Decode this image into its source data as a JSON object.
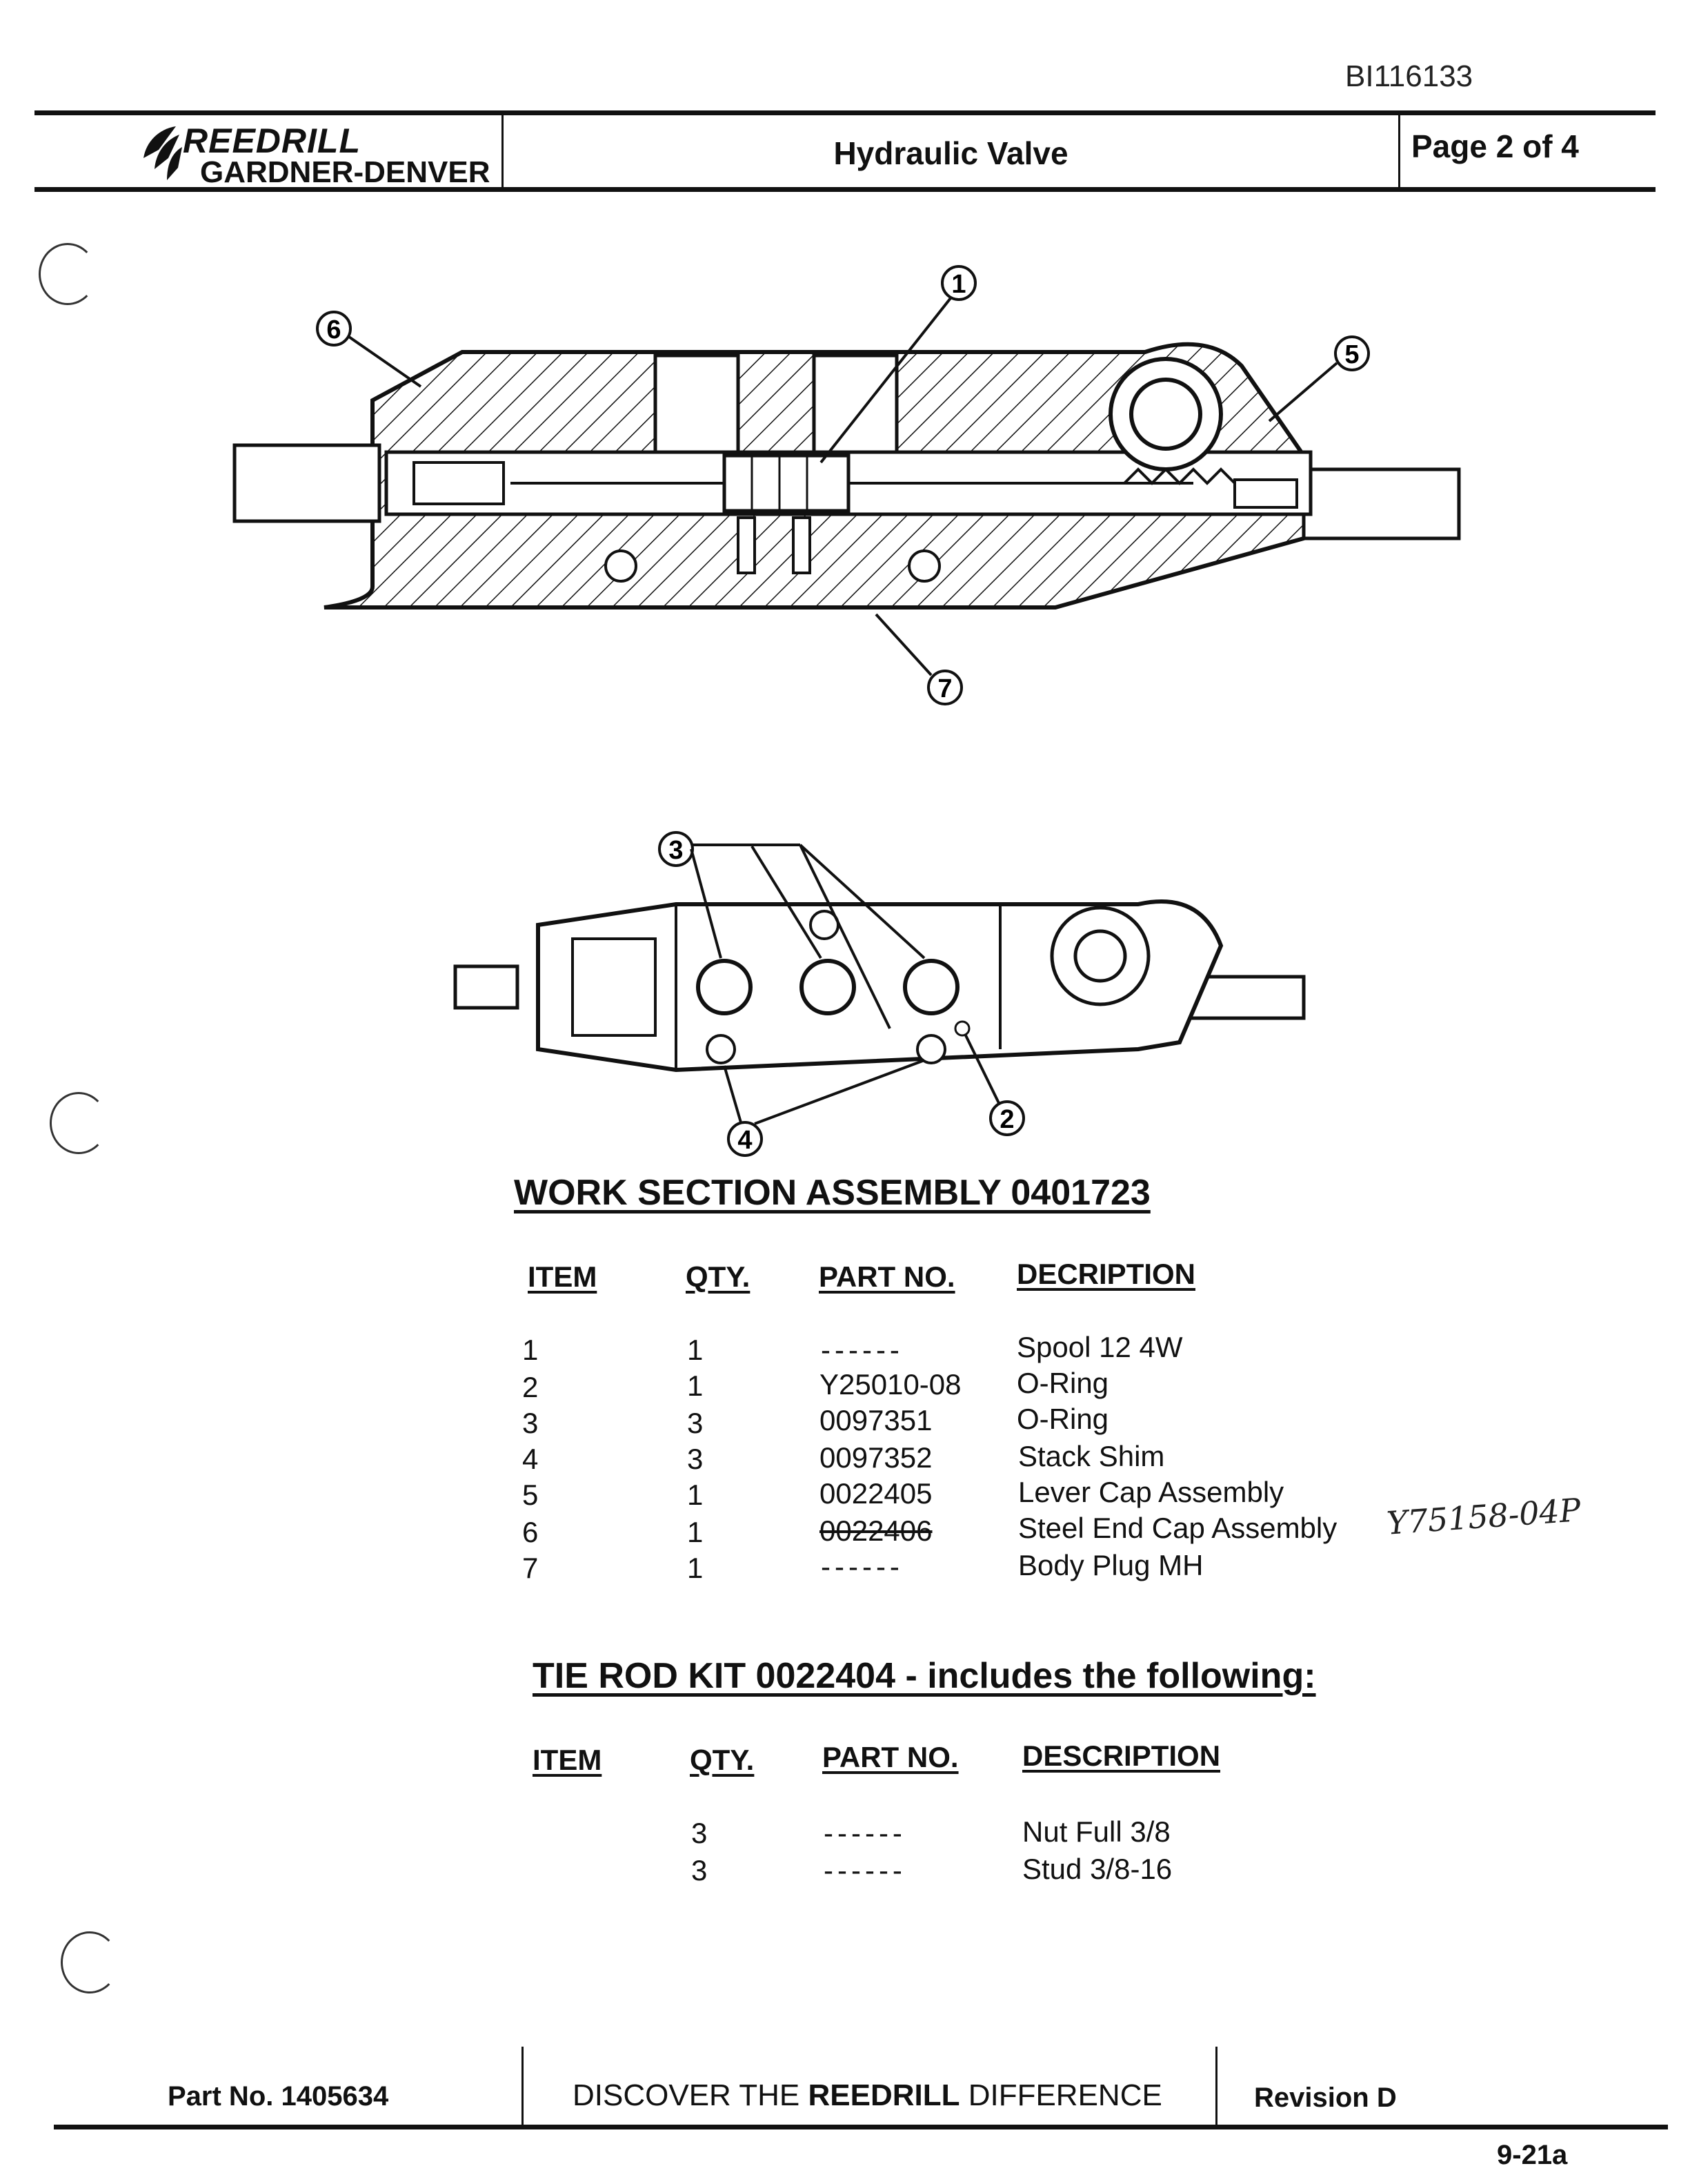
{
  "doc_id": "BI116133",
  "header": {
    "brand_top": "REEDRILL",
    "brand_bottom": "GARDNER-DENVER",
    "title": "Hydraulic Valve",
    "page": "Page 2 of 4"
  },
  "callouts": {
    "c1": "1",
    "c2": "2",
    "c3": "3",
    "c4": "4",
    "c5": "5",
    "c6": "6",
    "c7": "7"
  },
  "work_section": {
    "title": "WORK SECTION ASSEMBLY  0401723",
    "headers": {
      "item": "ITEM",
      "qty": "QTY.",
      "part": "PART NO.",
      "desc": "DECRIPTION"
    },
    "rows": [
      {
        "item": "1",
        "qty": "1",
        "part": "------",
        "desc": "Spool 12 4W"
      },
      {
        "item": "2",
        "qty": "1",
        "part": "Y25010-08",
        "desc": "O-Ring"
      },
      {
        "item": "3",
        "qty": "3",
        "part": "0097351",
        "desc": "O-Ring"
      },
      {
        "item": "4",
        "qty": "3",
        "part": "0097352",
        "desc": "Stack Shim"
      },
      {
        "item": "5",
        "qty": "1",
        "part": "0022405",
        "desc": "Lever Cap Assembly"
      },
      {
        "item": "6",
        "qty": "1",
        "part": "0022406",
        "desc": "Steel End Cap Assembly"
      },
      {
        "item": "7",
        "qty": "1",
        "part": "------",
        "desc": "Body Plug MH"
      }
    ],
    "handwritten_note": "Y75158-04P"
  },
  "tie_rod_kit": {
    "title": "TIE ROD KIT  0022404 - includes the following:",
    "headers": {
      "item": "ITEM",
      "qty": "QTY.",
      "part": "PART NO.",
      "desc": "DESCRIPTION"
    },
    "rows": [
      {
        "qty": "3",
        "part": "------",
        "desc": "Nut Full 3/8"
      },
      {
        "qty": "3",
        "part": "------",
        "desc": "Stud 3/8-16"
      }
    ]
  },
  "footer": {
    "part_no": "Part No.  1405634",
    "slogan_pre": "DISCOVER THE ",
    "slogan_brand": "REEDRILL",
    "slogan_post": " DIFFERENCE",
    "revision": "Revision D",
    "page_code": "9-21a"
  }
}
